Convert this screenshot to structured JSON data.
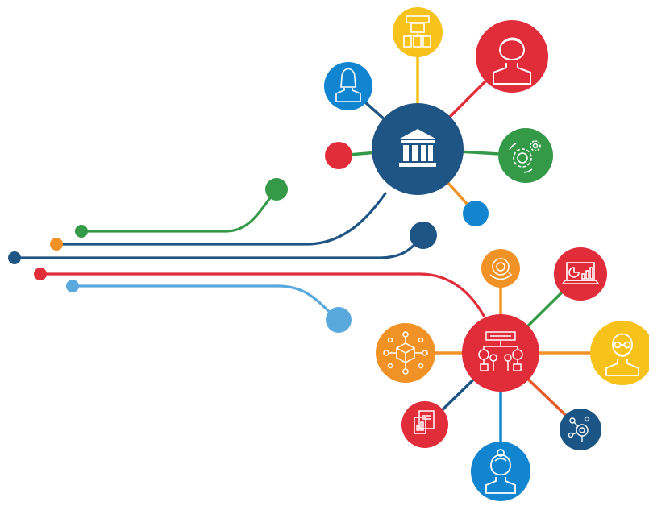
{
  "colors": {
    "navy": "#1f5585",
    "red": "#e12c3a",
    "yellow": "#f6c21b",
    "green": "#349a48",
    "orange": "#f19226",
    "blue": "#1185cf",
    "light_blue": "#5aa9dd",
    "dark_navy": "#1a5585",
    "white": "#ffffff"
  },
  "hub_top": {
    "icon": "bank-building-icon",
    "color": "navy"
  },
  "hub_bottom": {
    "icon": "flowchart-process-icon",
    "color": "red"
  },
  "top_cluster_nodes": [
    {
      "icon": "workflow-boxes-icon",
      "color": "yellow"
    },
    {
      "icon": "man-user-icon",
      "color": "red"
    },
    {
      "icon": "woman-user-icon",
      "color": "blue"
    },
    {
      "icon": "gears-icon",
      "color": "green"
    },
    {
      "icon": "dot",
      "color": "red"
    },
    {
      "icon": "dot",
      "color": "blue"
    }
  ],
  "bottom_cluster_nodes": [
    {
      "icon": "cycle-arrow-icon",
      "color": "orange"
    },
    {
      "icon": "laptop-chart-icon",
      "color": "red"
    },
    {
      "icon": "cube-network-icon",
      "color": "orange"
    },
    {
      "icon": "elder-user-icon",
      "color": "yellow"
    },
    {
      "icon": "documents-icon",
      "color": "red"
    },
    {
      "icon": "target-network-icon",
      "color": "navy"
    },
    {
      "icon": "woman-user-icon",
      "color": "blue"
    }
  ],
  "connector_lines": [
    {
      "color": "green"
    },
    {
      "color": "orange"
    },
    {
      "color": "navy"
    },
    {
      "color": "red"
    },
    {
      "color": "light_blue"
    }
  ]
}
